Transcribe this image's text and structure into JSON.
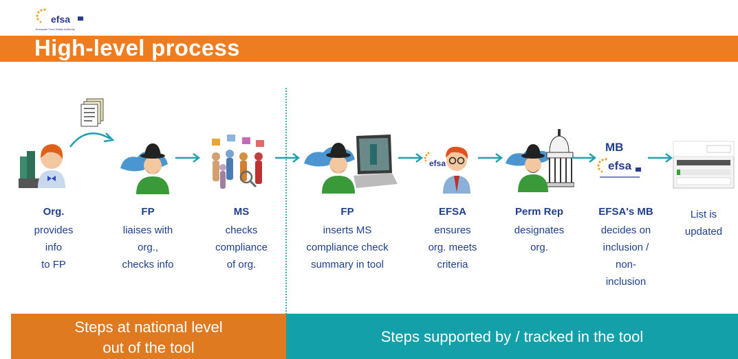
{
  "logo": {
    "text": "efsa",
    "subtext": "European Food Safety Authority"
  },
  "title": "High-level process",
  "steps": [
    {
      "head": "Org.",
      "desc": "provides\ninfo\nto FP"
    },
    {
      "head": "FP",
      "desc": "liaises with\norg.,\nchecks info"
    },
    {
      "head": "MS",
      "desc": "checks\ncompliance\nof org."
    },
    {
      "head": "FP",
      "desc": "inserts MS\ncompliance check\nsummary in tool"
    },
    {
      "head": "EFSA",
      "desc": "ensures\norg. meets\ncriteria"
    },
    {
      "head": "Perm Rep",
      "desc": "designates\norg."
    },
    {
      "head": "EFSA's MB",
      "desc": "decides on\ninclusion /\nnon-\ninclusion"
    },
    {
      "head": "",
      "desc": "List is\nupdated"
    }
  ],
  "mb_label": "MB",
  "mb_logo_text": "efsa",
  "bottom": {
    "left": "Steps at national level\nout of the tool",
    "right": "Steps supported by / tracked in the tool"
  },
  "colors": {
    "orange": "#ee7d22",
    "teal": "#14a0a8",
    "navy": "#1f3f8a"
  }
}
